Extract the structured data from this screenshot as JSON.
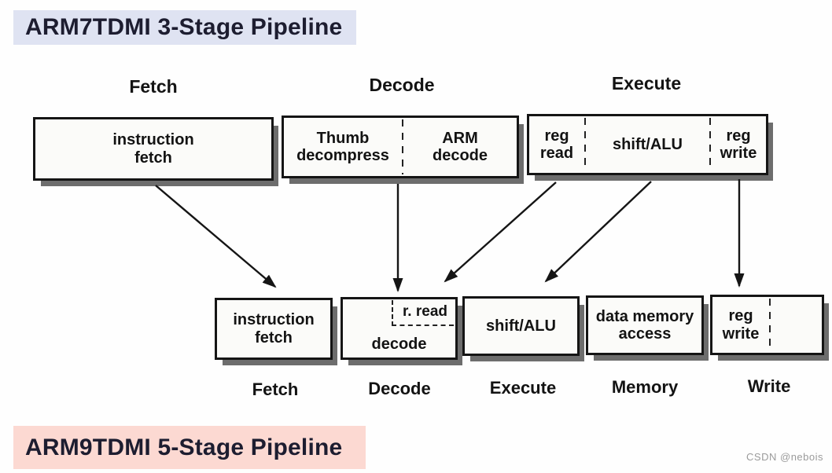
{
  "arm7": {
    "title": "ARM7TDMI 3-Stage Pipeline",
    "stage_labels": [
      "Fetch",
      "Decode",
      "Execute"
    ],
    "fetch_box": {
      "line1": "instruction",
      "line2": "fetch"
    },
    "decode_box": {
      "thumb_line1": "Thumb",
      "thumb_line2": "decompress",
      "arm_line1": "ARM",
      "arm_line2": "decode"
    },
    "execute_box": {
      "regread_line1": "reg",
      "regread_line2": "read",
      "shiftalu": "shift/ALU",
      "regwrite_line1": "reg",
      "regwrite_line2": "write"
    }
  },
  "arm9": {
    "title": "ARM9TDMI 5-Stage Pipeline",
    "stage_labels": [
      "Fetch",
      "Decode",
      "Execute",
      "Memory",
      "Write"
    ],
    "fetch_box": {
      "line1": "instruction",
      "line2": "fetch"
    },
    "decode_box": {
      "r_read": "r. read",
      "decode": "decode"
    },
    "execute_box": {
      "label": "shift/ALU"
    },
    "memory_box": {
      "line1": "data memory",
      "line2": "access"
    },
    "write_box": {
      "line1": "reg",
      "line2": "write"
    }
  },
  "watermark": "CSDN @nebois",
  "colors": {
    "arm7_title_bg": "#dfe3f2",
    "arm9_title_bg": "#fcd9d2",
    "title_text": "#1d1d30",
    "box_border": "#151515",
    "box_fill": "#fbfbf9",
    "shadow": "#6d6d6d",
    "arrow": "#151515",
    "watermark_text_color": "#9b9b9b"
  }
}
